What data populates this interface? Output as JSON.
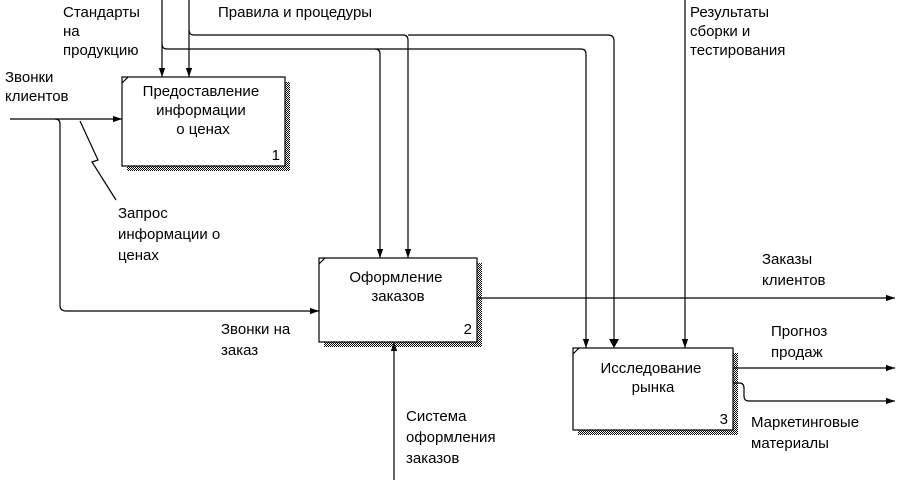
{
  "diagram": {
    "boxes": [
      {
        "lines": [
          "Предоставление",
          "информации",
          "о ценах"
        ],
        "number": "1"
      },
      {
        "lines": [
          "Оформление",
          "заказов"
        ],
        "number": "2"
      },
      {
        "lines": [
          "Исследование",
          "рынка"
        ],
        "number": "3"
      }
    ],
    "labels": {
      "standards": [
        "Стандарты",
        "на",
        "продукцию"
      ],
      "rules": [
        "Правила и процедуры"
      ],
      "results": [
        "Результаты",
        "сборки и",
        "тестирования"
      ],
      "calls": [
        "Звонки",
        "клиентов"
      ],
      "request": [
        "Запрос",
        "информации о",
        "ценах"
      ],
      "order_calls": [
        "Звонки на",
        "заказ"
      ],
      "system": [
        "Система",
        "оформления",
        "заказов"
      ],
      "customer_orders": [
        "Заказы",
        "клиентов"
      ],
      "forecast": [
        "Прогноз",
        "продаж"
      ],
      "marketing": [
        "Маркетинговые",
        "материалы"
      ]
    }
  }
}
